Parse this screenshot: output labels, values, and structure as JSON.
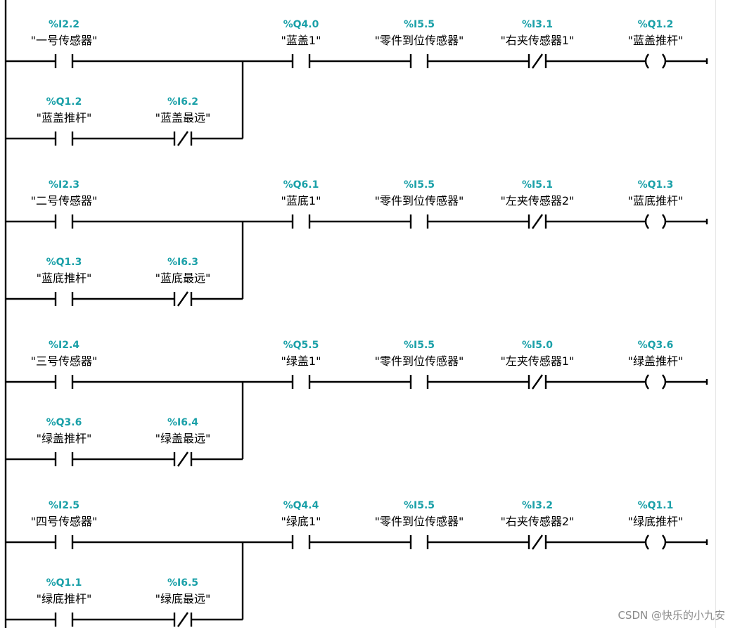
{
  "diagram": {
    "networks": [
      {
        "main_contact": {
          "address": "%I2.2",
          "tag": "\"一号传感器\"",
          "kind": "no"
        },
        "branch_contacts": [
          {
            "address": "%Q1.2",
            "tag": "\"蓝盖推杆\"",
            "kind": "no"
          },
          {
            "address": "%I6.2",
            "tag": "\"蓝盖最远\"",
            "kind": "nc"
          }
        ],
        "series_contacts": [
          {
            "address": "%Q4.0",
            "tag": "\"蓝盖1\"",
            "kind": "no"
          },
          {
            "address": "%I5.5",
            "tag": "\"零件到位传感器\"",
            "kind": "no"
          },
          {
            "address": "%I3.1",
            "tag": "\"右夹传感器1\"",
            "kind": "nc"
          }
        ],
        "coil": {
          "address": "%Q1.2",
          "tag": "\"蓝盖推杆\""
        }
      },
      {
        "main_contact": {
          "address": "%I2.3",
          "tag": "\"二号传感器\"",
          "kind": "no"
        },
        "branch_contacts": [
          {
            "address": "%Q1.3",
            "tag": "\"蓝底推杆\"",
            "kind": "no"
          },
          {
            "address": "%I6.3",
            "tag": "\"蓝底最远\"",
            "kind": "nc"
          }
        ],
        "series_contacts": [
          {
            "address": "%Q6.1",
            "tag": "\"蓝底1\"",
            "kind": "no"
          },
          {
            "address": "%I5.5",
            "tag": "\"零件到位传感器\"",
            "kind": "no"
          },
          {
            "address": "%I5.1",
            "tag": "\"左夹传感器2\"",
            "kind": "nc"
          }
        ],
        "coil": {
          "address": "%Q1.3",
          "tag": "\"蓝底推杆\""
        }
      },
      {
        "main_contact": {
          "address": "%I2.4",
          "tag": "\"三号传感器\"",
          "kind": "no"
        },
        "branch_contacts": [
          {
            "address": "%Q3.6",
            "tag": "\"绿盖推杆\"",
            "kind": "no"
          },
          {
            "address": "%I6.4",
            "tag": "\"绿盖最远\"",
            "kind": "nc"
          }
        ],
        "series_contacts": [
          {
            "address": "%Q5.5",
            "tag": "\"绿盖1\"",
            "kind": "no"
          },
          {
            "address": "%I5.5",
            "tag": "\"零件到位传感器\"",
            "kind": "no"
          },
          {
            "address": "%I5.0",
            "tag": "\"左夹传感器1\"",
            "kind": "nc"
          }
        ],
        "coil": {
          "address": "%Q3.6",
          "tag": "\"绿盖推杆\""
        }
      },
      {
        "main_contact": {
          "address": "%I2.5",
          "tag": "\"四号传感器\"",
          "kind": "no"
        },
        "branch_contacts": [
          {
            "address": "%Q1.1",
            "tag": "\"绿底推杆\"",
            "kind": "no"
          },
          {
            "address": "%I6.5",
            "tag": "\"绿底最远\"",
            "kind": "nc"
          }
        ],
        "series_contacts": [
          {
            "address": "%Q4.4",
            "tag": "\"绿底1\"",
            "kind": "no"
          },
          {
            "address": "%I5.5",
            "tag": "\"零件到位传感器\"",
            "kind": "no"
          },
          {
            "address": "%I3.2",
            "tag": "\"右夹传感器2\"",
            "kind": "nc"
          }
        ],
        "coil": {
          "address": "%Q1.1",
          "tag": "\"绿底推杆\""
        }
      }
    ]
  },
  "watermark": "CSDN @快乐的小九安",
  "colors": {
    "address": "#1aa0a8",
    "wire": "#000000",
    "watermark": "#8a8a8a"
  }
}
